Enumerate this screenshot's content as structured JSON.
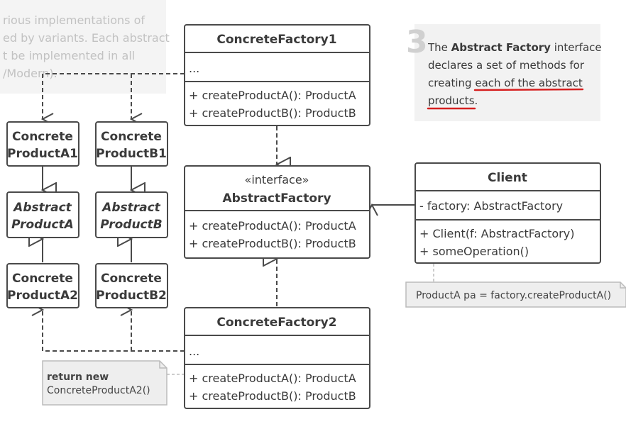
{
  "faded_callout": {
    "lines": [
      "rious implementations of",
      "ed by variants. Each abstract",
      "t be implemented in all",
      "/Modern)."
    ]
  },
  "concrete_factory1": {
    "title": "ConcreteFactory1",
    "fields": "...",
    "methods": [
      "+ createProductA(): ProductA",
      "+ createProductB(): ProductB"
    ]
  },
  "abstract_factory": {
    "stereotype": "«interface»",
    "title": "AbstractFactory",
    "methods": [
      "+ createProductA(): ProductA",
      "+ createProductB(): ProductB"
    ]
  },
  "concrete_factory2": {
    "title": "ConcreteFactory2",
    "fields": "...",
    "methods": [
      "+ createProductA(): ProductA",
      "+ createProductB(): ProductB"
    ]
  },
  "client": {
    "title": "Client",
    "fields": "- factory: AbstractFactory",
    "methods": [
      "+ Client(f: AbstractFactory)",
      "+ someOperation()"
    ]
  },
  "products": {
    "cpa1": [
      "Concrete",
      "ProductA1"
    ],
    "cpb1": [
      "Concrete",
      "ProductB1"
    ],
    "apa": [
      "Abstract",
      "ProductA"
    ],
    "apb": [
      "Abstract",
      "ProductB"
    ],
    "cpa2": [
      "Concrete",
      "ProductA2"
    ],
    "cpb2": [
      "Concrete",
      "ProductB2"
    ]
  },
  "client_note": "ProductA pa = factory.createProductA()",
  "factory2_note": {
    "bold": "return new",
    "text": "ConcreteProductA2()"
  },
  "step3": {
    "number": "3",
    "line1_pre": "The ",
    "line1_bold": "Abstract Factory",
    "line1_post": " interface",
    "line2": "declares a set of methods for",
    "line3_pre": "creating ",
    "line3_under": "each of the abstract",
    "line4_under": "products",
    "line4_post": "."
  },
  "colors": {
    "stroke": "#4a4a4a",
    "fill": "#ffffff",
    "panel": "#f2f2f2",
    "note": "#eeeeee",
    "accent_underline": "#d62020"
  }
}
